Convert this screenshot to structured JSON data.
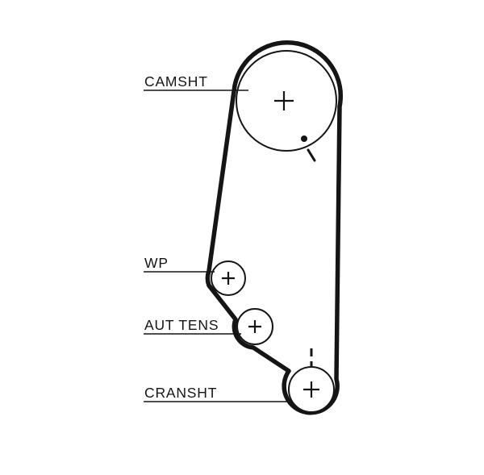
{
  "diagram": {
    "type": "timing-belt-routing",
    "labels": {
      "camshaft": "CAMSHT",
      "water_pump": "WP",
      "auto_tensioner": "AUT TENS",
      "crankshaft": "CRANSHT"
    },
    "colors": {
      "line": "#151515",
      "background": "#ffffff"
    }
  }
}
